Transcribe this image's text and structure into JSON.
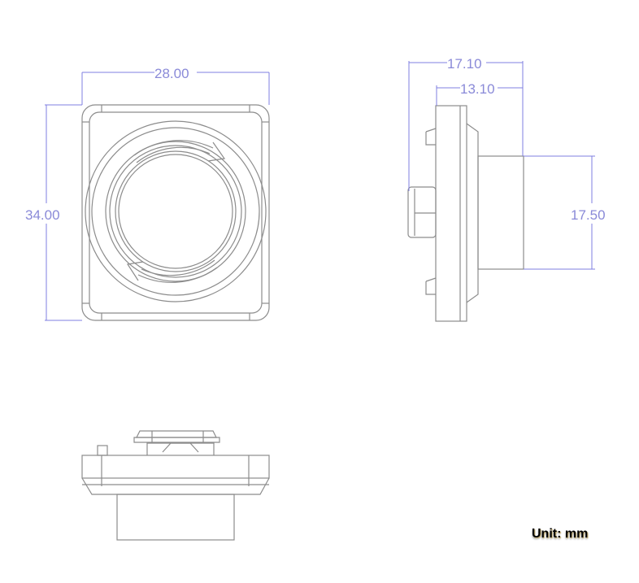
{
  "drawing": {
    "unit_label": "Unit: mm",
    "colors": {
      "outline": "#8c8c8c",
      "dimension": "#7f7fe0",
      "dimension_text": "#8a8ad8"
    },
    "views": {
      "front": {
        "width_dim": "28.00",
        "height_dim": "34.00"
      },
      "side": {
        "overall_depth_dim": "17.10",
        "body_depth_dim": "13.10",
        "barrel_height_dim": "17.50"
      },
      "bottom": {}
    }
  }
}
